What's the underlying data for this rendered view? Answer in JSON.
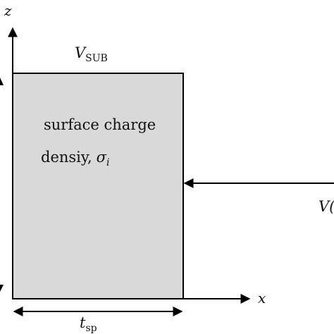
{
  "axes": {
    "z_label": "z",
    "x_label": "x"
  },
  "region": {
    "label_line1": "surface charge",
    "label_line2_text": "densiy,",
    "label_line2_symbol": "σ",
    "label_line2_subscript": "i",
    "fill_color": "#d9d9d9",
    "stroke_color": "#000000"
  },
  "top_label": {
    "base": "V",
    "subscript": "SUB"
  },
  "bottom_label": {
    "base": "t",
    "subscript": "sp"
  },
  "right_label": {
    "base": "V("
  }
}
